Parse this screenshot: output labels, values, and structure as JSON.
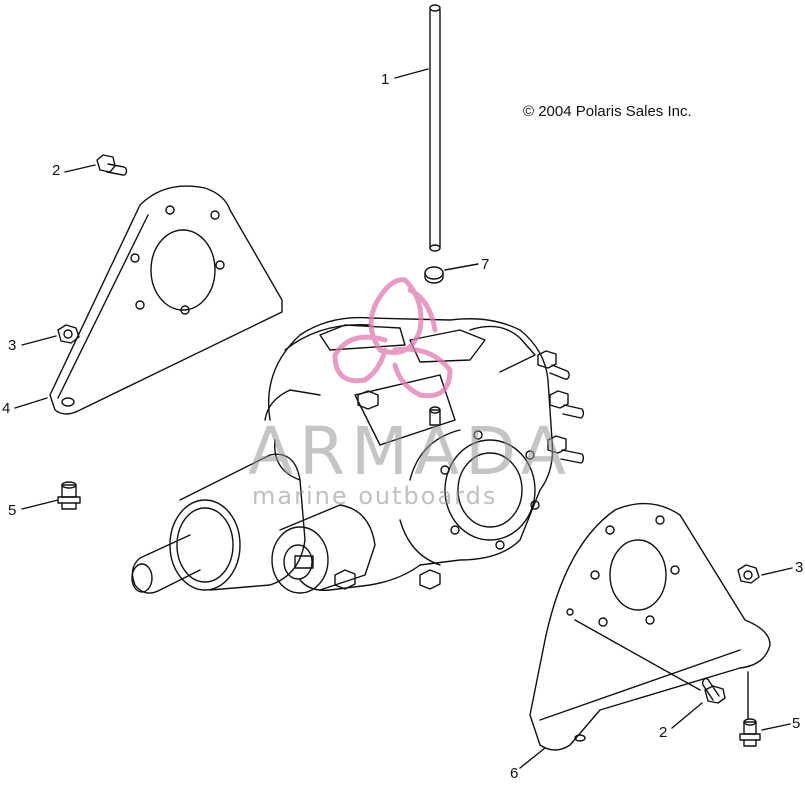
{
  "copyright": "© 2004 Polaris Sales Inc.",
  "watermark": {
    "brand": "ARMADA",
    "tagline": "marine outboards",
    "color": "#e07bb0"
  },
  "callouts": [
    "1",
    "2",
    "3",
    "4",
    "5",
    "7",
    "3",
    "2",
    "5",
    "6"
  ]
}
